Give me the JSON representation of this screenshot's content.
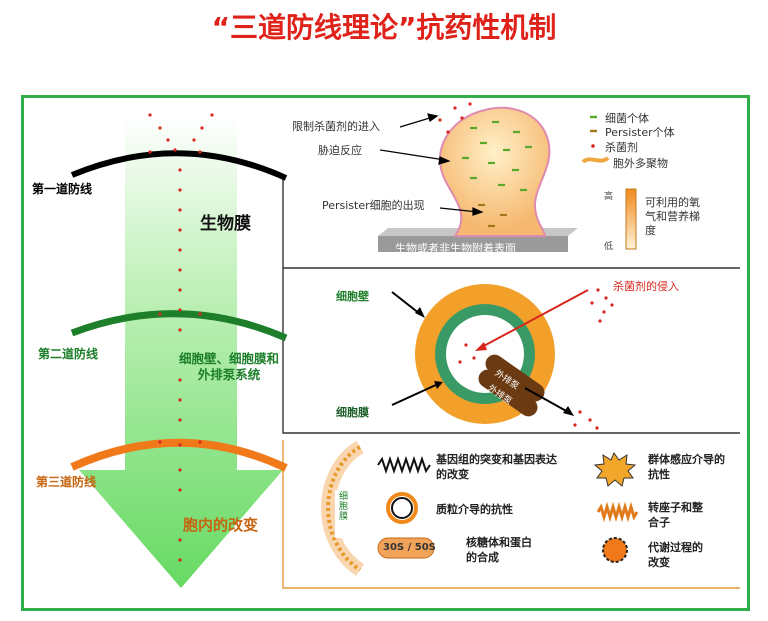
{
  "title": "“三道防线理论”抗药性机制",
  "lines": {
    "first": "第一道防线",
    "second": "第二道防线",
    "third": "第三道防线"
  },
  "arrow_labels": {
    "biofilm": "生物膜",
    "wall_membrane": "细胞壁、细胞膜和外排泵系统",
    "intracellular": "胞内的改变"
  },
  "biofilm_panel": {
    "label_entry": "限制杀菌剂的进入",
    "label_stress": "胁迫反应",
    "label_persister": "Persister细胞的出现",
    "surface": "生物或者非生物附着表面",
    "legend": {
      "cell": "细菌个体",
      "persister": "Persister个体",
      "biocide": "杀菌剂",
      "eps": "胞外多聚物"
    },
    "gradient": {
      "high": "高",
      "low": "低",
      "text": "可利用的氧气和营养梯度"
    }
  },
  "cell_panel": {
    "wall": "细胞壁",
    "membrane": "细胞膜",
    "invasion": "杀菌剂的侵入",
    "pump1": "外排泵",
    "pump2": "外排泵"
  },
  "mech_panel": {
    "items": [
      "基因组的突变和基因表达的改变",
      "质粒介导的抗性",
      "核糖体和蛋白的合成",
      "群体感应介导的抗性",
      "转座子和整合子",
      "代谢过程的改变"
    ],
    "ribosome": "30S / 50S",
    "membrane_label": "细胞膜"
  },
  "colors": {
    "title": "#e0231a",
    "frame": "#2fae4a",
    "first_line": "#000000",
    "second_line": "#1d7f2a",
    "third_line": "#f07a1a",
    "arrow": "#7ee07a"
  }
}
